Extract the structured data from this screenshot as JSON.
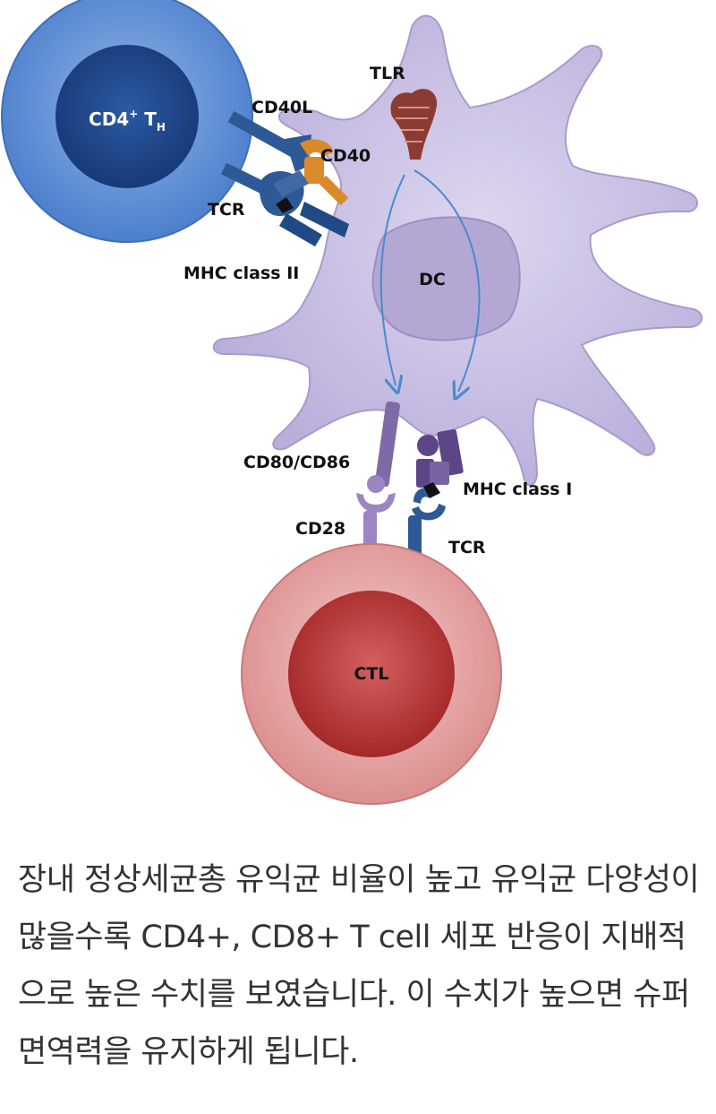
{
  "diagram": {
    "cells": {
      "th": {
        "label_main": "CD4",
        "label_sup": "+",
        "label_t": " T",
        "label_sub": "H"
      },
      "dc": {
        "label": "DC"
      },
      "ctl": {
        "label": "CTL"
      }
    },
    "labels": {
      "tlr": "TLR",
      "cd40l": "CD40L",
      "cd40": "CD40",
      "tcr_top": "TCR",
      "mhc2": "MHC class II",
      "cd80": "CD80/CD86",
      "mhc1": "MHC class I",
      "cd28": "CD28",
      "tcr_bottom": "TCR"
    },
    "colors": {
      "th_outer": "#5e8fd6",
      "th_inner": "#1f4689",
      "dc": "#c5bde0",
      "dc_nucleus": "#b3a6d3",
      "ctl_outer": "#e9a5a5",
      "ctl_inner": "#b83434",
      "tlr": "#8c3b34",
      "cd40": "#d98a2b",
      "receptor_blue": "#2d5a96",
      "receptor_purple": "#7f6aa8",
      "arrow": "#4a8ad0"
    }
  },
  "caption": {
    "text": "장내 정상세균총 유익균 비율이 높고 유익균 다양성이 많을수록 CD4+, CD8+ T cell 세포 반응이 지배적으로 높은 수치를 보였습니다. 이 수치가 높으면 슈퍼 면역력을 유지하게 됩니다."
  }
}
